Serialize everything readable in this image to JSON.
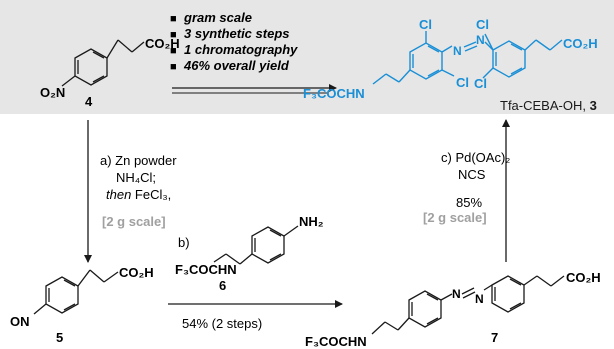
{
  "colors": {
    "banner_bg": "#e6e6e6",
    "blue": "#1a8fd6",
    "gray_text": "#a0a0a0",
    "black": "#1a1a1a"
  },
  "highlights": [
    "gram scale",
    "3 synthetic steps",
    "1 chromatography",
    "46% overall yield"
  ],
  "bullet": "■",
  "compounds": {
    "c4": {
      "number": "4",
      "no2_label": "O₂N",
      "acid_label": "CO₂H"
    },
    "c5": {
      "number": "5",
      "on_label": "ON",
      "acid_label": "CO₂H"
    },
    "c6": {
      "number": "6",
      "nh2_label": "NH₂",
      "amide_label": "F₃COCHN"
    },
    "c7": {
      "number": "7",
      "acid_label": "CO₂H",
      "amide_label": "F₃COCHN",
      "azo_n": "N"
    },
    "c3": {
      "cl_label": "Cl",
      "azo_n": "N",
      "acid_label": "CO₂H",
      "amide_label": "F₃COCHN",
      "name": "Tfa-CEBA-OH, ",
      "number": "3"
    }
  },
  "steps": {
    "a": {
      "line1": "a) Zn powder",
      "line2": "NH₄Cl;",
      "line3_italic": "then",
      "line3_rest": " FeCl₃,",
      "scale": "[2 g scale]"
    },
    "b": {
      "label": "b)",
      "yield": "54% (2 steps)"
    },
    "c": {
      "line1": "c) Pd(OAc)₂",
      "line2": "NCS",
      "yield": "85%",
      "scale": "[2 g scale]"
    }
  }
}
